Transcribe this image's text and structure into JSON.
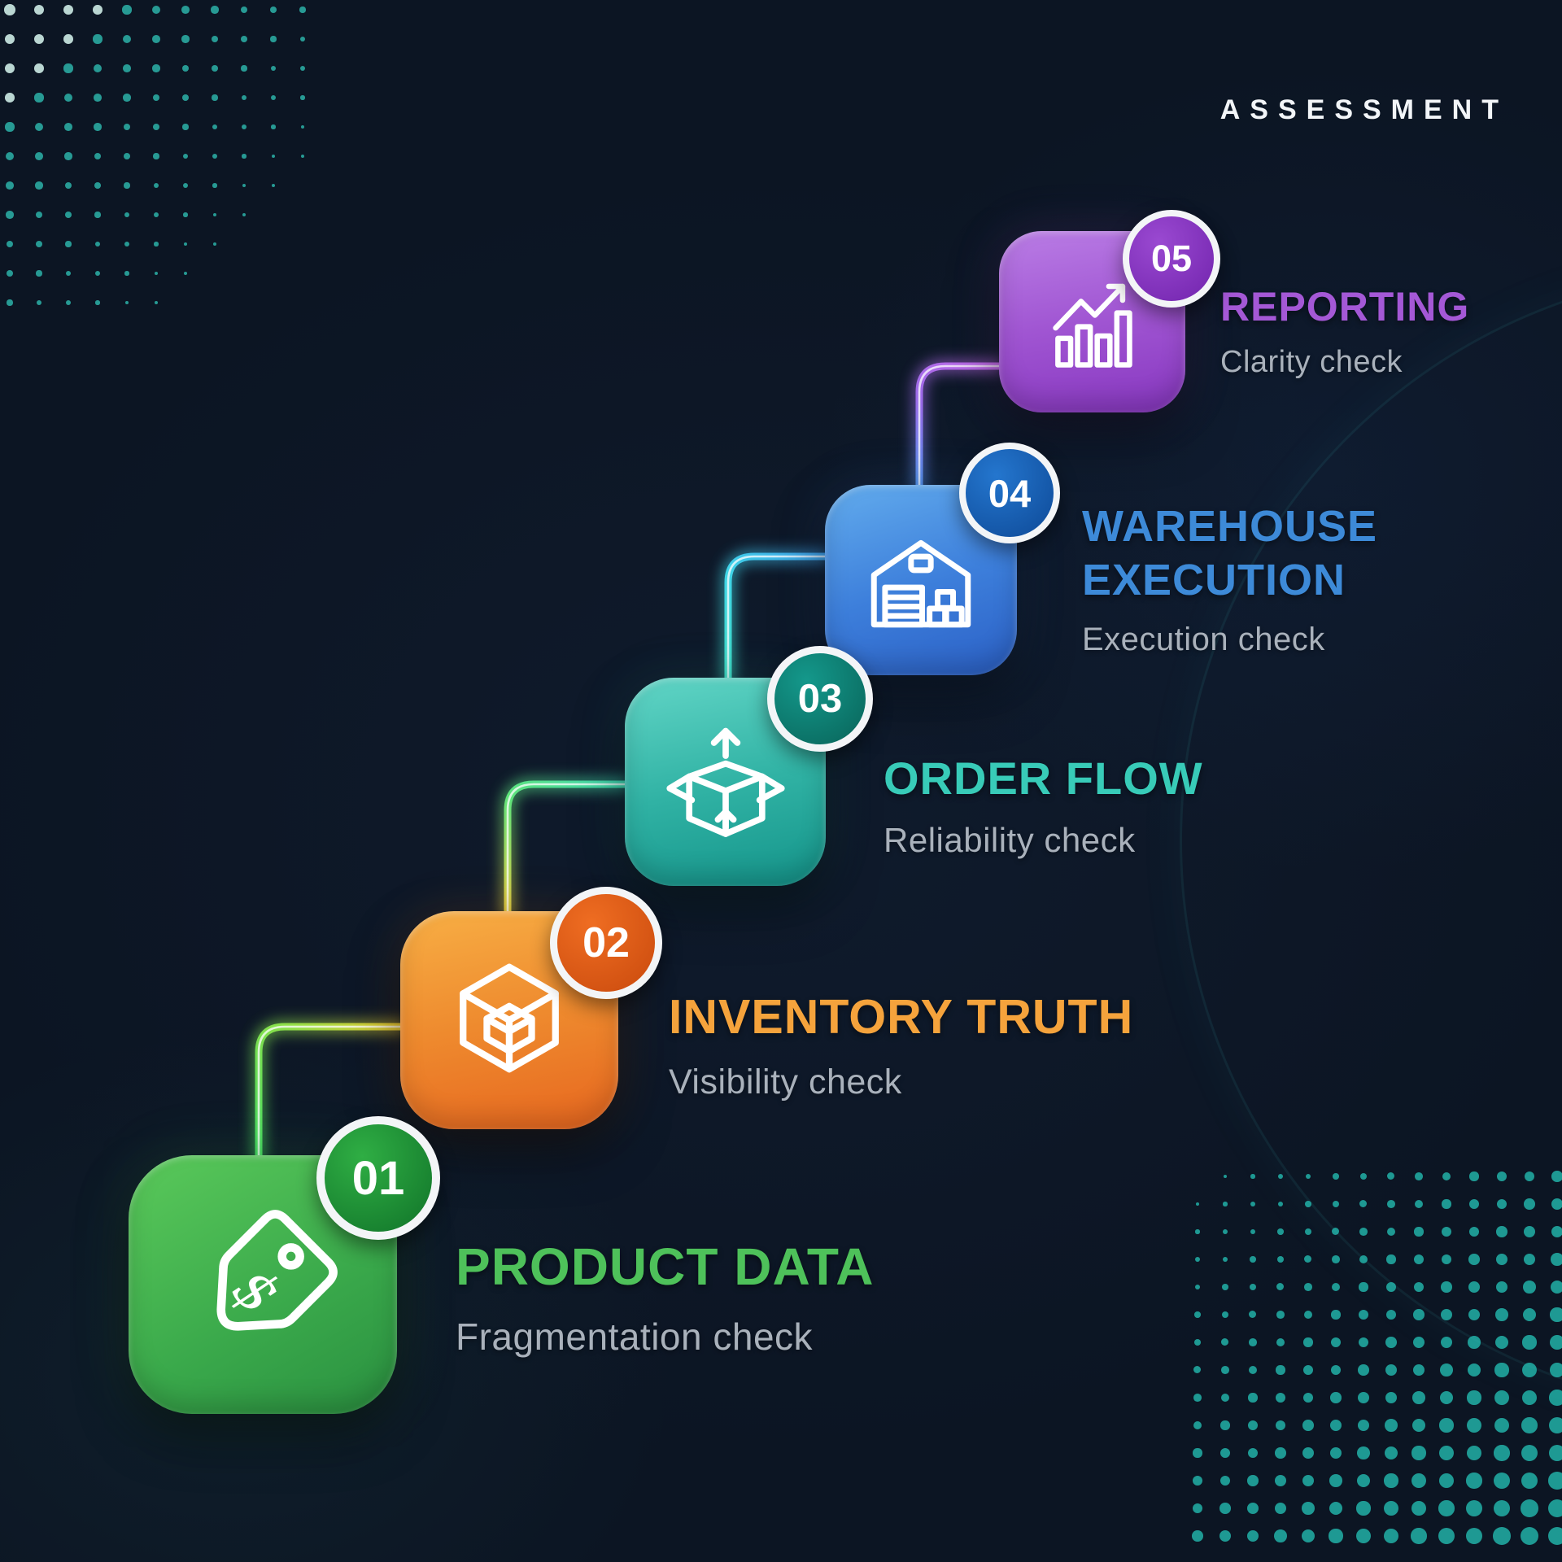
{
  "header": {
    "label": "ASSESSMENT"
  },
  "steps": [
    {
      "number": "01",
      "title": "PRODUCT DATA",
      "subtitle": "Fragmentation check",
      "icon": "price-tag-icon",
      "box_color": "#3aa94b",
      "badge_color": "#1f9a38",
      "title_color": "#4ec15a"
    },
    {
      "number": "02",
      "title": "INVENTORY TRUTH",
      "subtitle": "Visibility check",
      "icon": "cube-icon",
      "box_color": "#ee8a2e",
      "badge_color": "#e05c1a",
      "title_color": "#f5a33c"
    },
    {
      "number": "03",
      "title": "ORDER FLOW",
      "subtitle": "Reliability check",
      "icon": "open-box-icon",
      "box_color": "#30b2a4",
      "badge_color": "#0e8376",
      "title_color": "#38cbb8"
    },
    {
      "number": "04",
      "title": "WAREHOUSE EXECUTION",
      "subtitle": "Execution check",
      "icon": "warehouse-icon",
      "box_color": "#3d7fdb",
      "badge_color": "#1a63b8",
      "title_color": "#3d8ad8"
    },
    {
      "number": "05",
      "title": "REPORTING",
      "subtitle": "Clarity check",
      "icon": "bar-chart-icon",
      "box_color": "#a055d2",
      "badge_color": "#8a36c0",
      "title_color": "#a458d6"
    }
  ],
  "colors": {
    "background": "#0c1523",
    "subtitle_text": "#a9b1bb",
    "header_text": "#f2f5f8",
    "badge_ring": "#f3f5f7",
    "dot_pattern": "#20a09a",
    "connector_green": "#43d963",
    "connector_yellow": "#e8c832",
    "connector_teal": "#3ed6b2",
    "connector_cyan": "#3fd4e8",
    "connector_blue": "#4f93e8",
    "connector_purple": "#c36ae8"
  }
}
